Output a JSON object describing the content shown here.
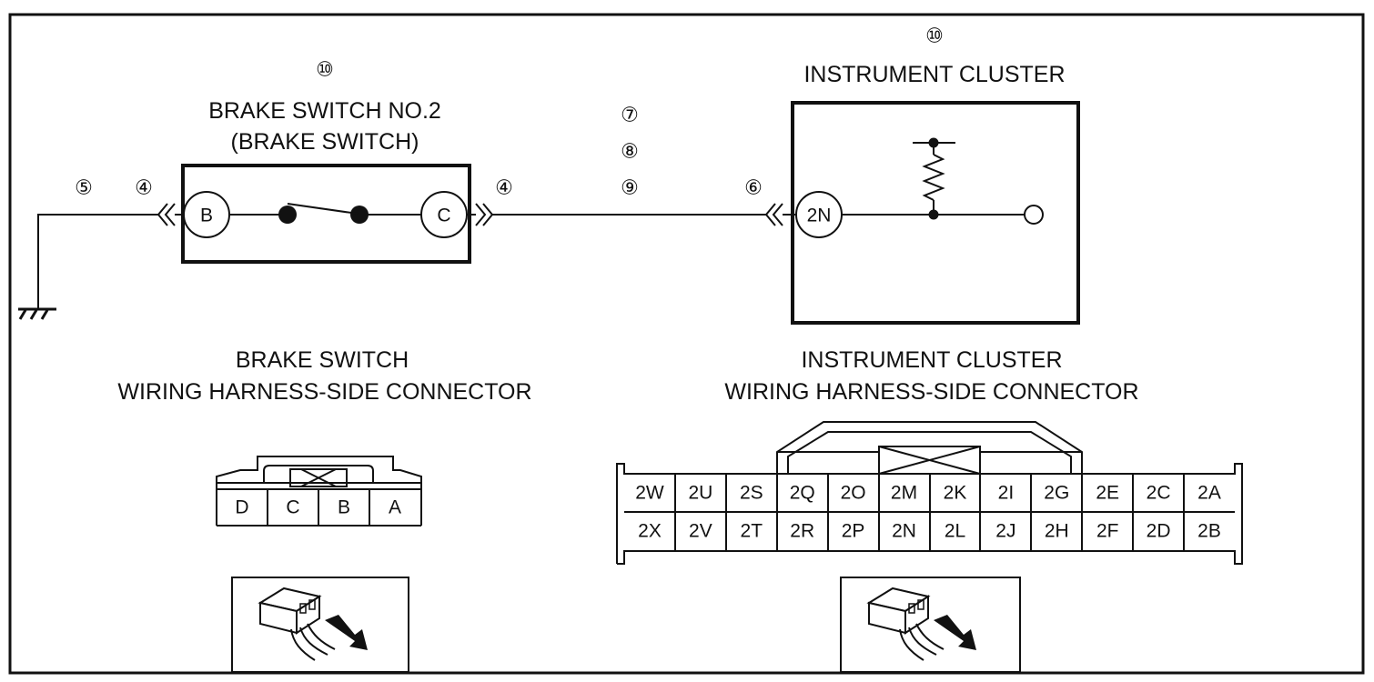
{
  "brake_switch": {
    "ref": "⑩",
    "name": "BRAKE SWITCH NO.2",
    "subname": "(BRAKE SWITCH)",
    "pin_left": "B",
    "pin_right": "C"
  },
  "instrument_cluster": {
    "ref": "⑩",
    "name": "INSTRUMENT CLUSTER",
    "pin": "2N"
  },
  "refs": {
    "ground": "⑤",
    "conn_left": "④",
    "conn_right": "④",
    "wire_1": "⑦",
    "wire_2": "⑧",
    "wire_3": "⑨",
    "cluster_conn": "⑥"
  },
  "brake_connector": {
    "title_1": "BRAKE SWITCH",
    "title_2": "WIRING HARNESS-SIDE CONNECTOR",
    "pins": [
      "D",
      "C",
      "B",
      "A"
    ]
  },
  "cluster_connector": {
    "title_1": "INSTRUMENT CLUSTER",
    "title_2": "WIRING HARNESS-SIDE CONNECTOR",
    "row_top": [
      "2W",
      "2U",
      "2S",
      "2Q",
      "2O",
      "2M",
      "2K",
      "2I",
      "2G",
      "2E",
      "2C",
      "2A"
    ],
    "row_bottom": [
      "2X",
      "2V",
      "2T",
      "2R",
      "2P",
      "2N",
      "2L",
      "2J",
      "2H",
      "2F",
      "2D",
      "2B"
    ]
  }
}
